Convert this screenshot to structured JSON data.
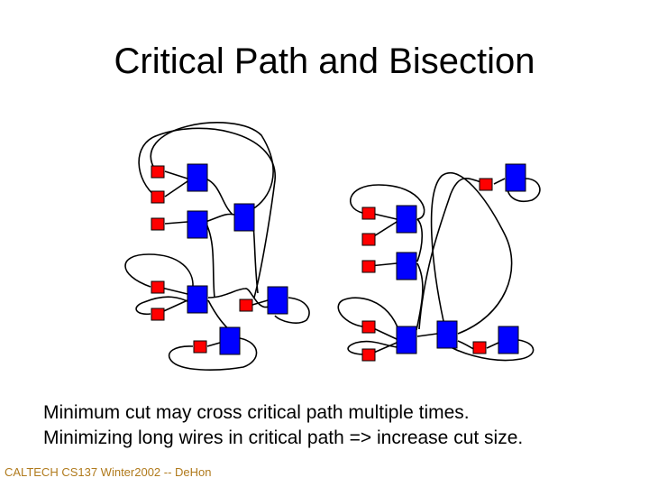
{
  "slide": {
    "title": "Critical Path and Bisection",
    "caption_lines": [
      "Minimum cut may cross critical path multiple times.",
      "Minimizing long wires in critical path => increase cut size."
    ],
    "footer": "CALTECH CS137 Winter2002 -- DeHon"
  },
  "colors": {
    "input_node": "#ff0000",
    "logic_block": "#0000ff",
    "wire": "#000000",
    "footer_text": "#b07a1c"
  }
}
